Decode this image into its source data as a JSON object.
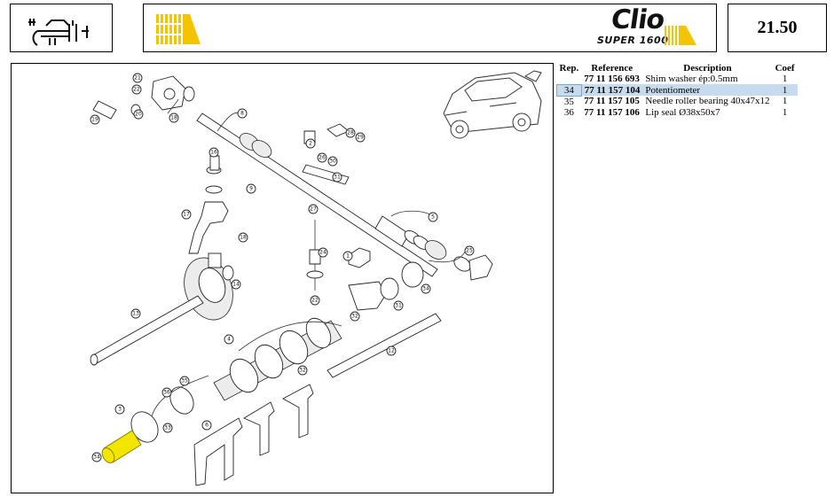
{
  "header": {
    "page_number": "21.50",
    "logo_main": "Clio",
    "logo_sub": "SUPER 1600"
  },
  "table": {
    "columns": [
      "Rep.",
      "Reference",
      "Description",
      "Coef"
    ],
    "rows": [
      {
        "rep": "",
        "reference": "77 11 156 693",
        "description": "Shim washer ép:0.5mm",
        "coef": "1",
        "selected": false
      },
      {
        "rep": "34",
        "reference": "77 11 157 104",
        "description": "Potentiometer",
        "coef": "1",
        "selected": true
      },
      {
        "rep": "35",
        "reference": "77 11 157 105",
        "description": "Needle roller bearing 40x47x12",
        "coef": "1",
        "selected": false
      },
      {
        "rep": "36",
        "reference": "77 11 157 106",
        "description": "Lip seal Ø38x50x7",
        "coef": "1",
        "selected": false
      }
    ]
  },
  "diagram": {
    "callouts": [
      "1",
      "2",
      "3",
      "4",
      "5",
      "6",
      "7",
      "8",
      "9",
      "12",
      "13",
      "14",
      "16",
      "17",
      "18",
      "19",
      "20",
      "21",
      "22",
      "23",
      "24",
      "25",
      "26",
      "27",
      "28",
      "29",
      "30",
      "31",
      "32",
      "33",
      "34",
      "35",
      "36"
    ],
    "highlight_color": "#f2e600",
    "highlighted_part": "34"
  },
  "colors": {
    "selection": "#c6dcee",
    "stripe_yellow": "#f5c400"
  }
}
